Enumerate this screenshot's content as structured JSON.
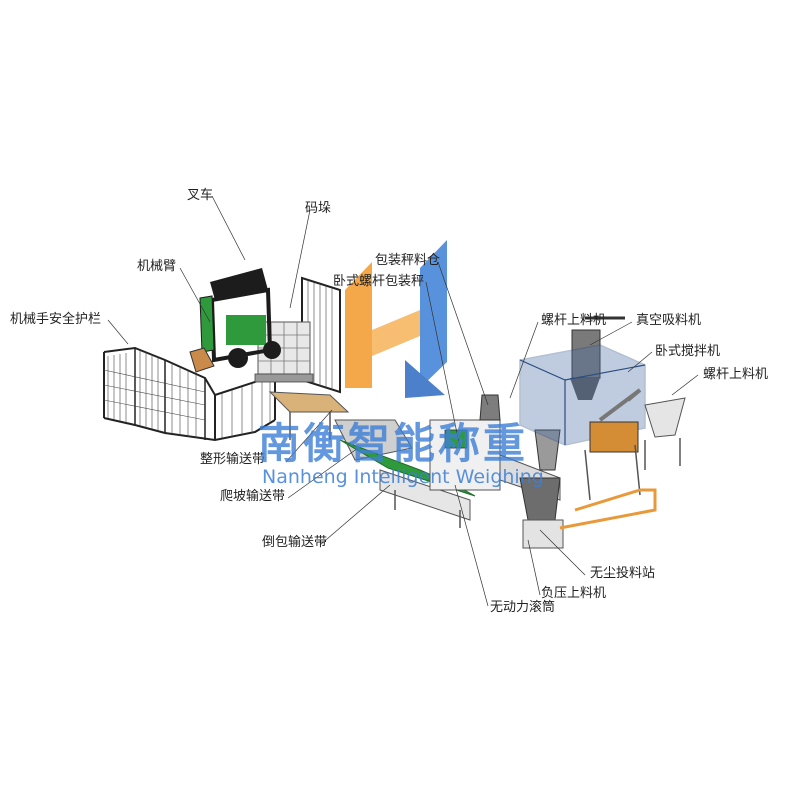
{
  "labels": {
    "forklift": "叉车",
    "palletizing": "码垛",
    "robot_arm": "机械臂",
    "safety_fence": "机械手安全护栏",
    "packing_bin": "包装秤料仓",
    "horizontal_screw_packer": "卧式螺杆包装秤",
    "screw_feeder_left": "螺杆上料机",
    "vacuum_feeder": "真空吸料机",
    "horizontal_mixer": "卧式搅拌机",
    "screw_feeder_right": "螺杆上料机",
    "shaping_conveyor": "整形输送带",
    "climbing_conveyor": "爬坡输送带",
    "bag_tipping_conveyor": "倒包输送带",
    "dust_free_station": "无尘投料站",
    "negative_pressure_feeder": "负压上料机",
    "unpowered_roller": "无动力滚筒"
  },
  "watermark": {
    "cn": "南衡智能称重",
    "en": "Nanheng Intelligent Weighing"
  },
  "colors": {
    "logo_orange": "#f39a2b",
    "logo_blue": "#3d7fd6",
    "machine_green": "#2e9a3c",
    "fence": "#222222",
    "pipe_orange": "#e89a3a"
  }
}
